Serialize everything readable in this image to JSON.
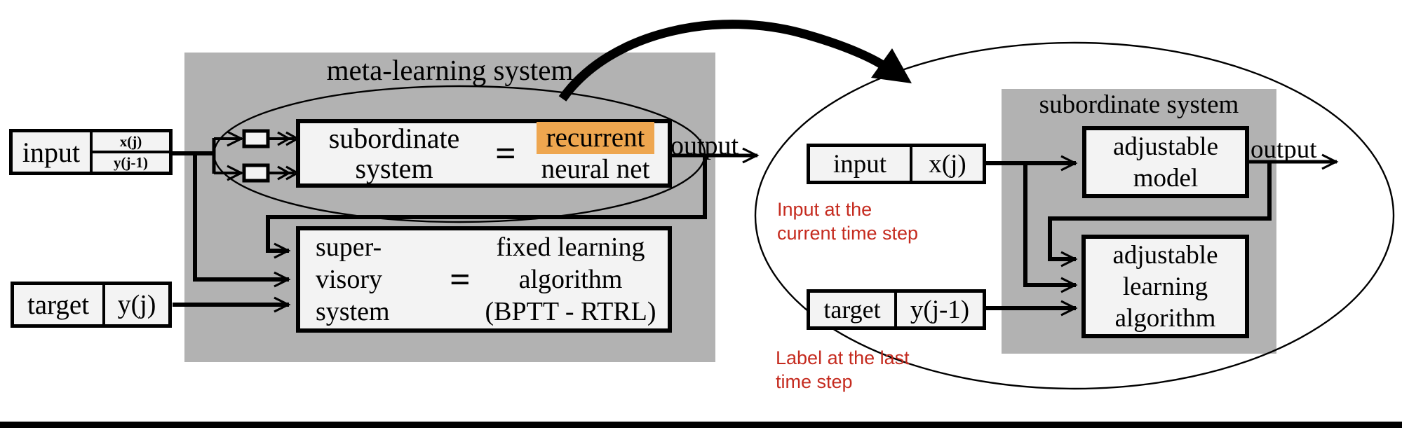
{
  "colors": {
    "panel_gray": "#b2b2b2",
    "box_fill": "#f3f3f3",
    "highlight_orange": "#eea64f",
    "annotation_red": "#c52b1f"
  },
  "left": {
    "title": "meta-learning system",
    "output_label": "output",
    "input_box": {
      "label": "input",
      "row1": "x(j)",
      "row2": "y(j-1)"
    },
    "target_box": {
      "label": "target",
      "value": "y(j)"
    },
    "subordinate_box": {
      "name_line1": "subordinate",
      "name_line2": "system",
      "equals": "=",
      "def_line1": "recurrent",
      "def_line2": "neural net"
    },
    "supervisory_box": {
      "name_line1": "super-",
      "name_line2": "visory",
      "name_line3": "system",
      "equals": "=",
      "def_line1": "fixed learning",
      "def_line2": "algorithm",
      "def_line3": "(BPTT - RTRL)"
    }
  },
  "right": {
    "title": "subordinate system",
    "output_label": "output",
    "input_box": {
      "label": "input",
      "value": "x(j)"
    },
    "target_box": {
      "label": "target",
      "value": "y(j-1)"
    },
    "model_box": {
      "line1": "adjustable",
      "line2": "model"
    },
    "algorithm_box": {
      "line1": "adjustable",
      "line2": "learning",
      "line3": "algorithm"
    },
    "input_note": {
      "line1": "Input at the",
      "line2": "current time step"
    },
    "target_note": {
      "line1": "Label at the last",
      "line2": "time step"
    }
  }
}
